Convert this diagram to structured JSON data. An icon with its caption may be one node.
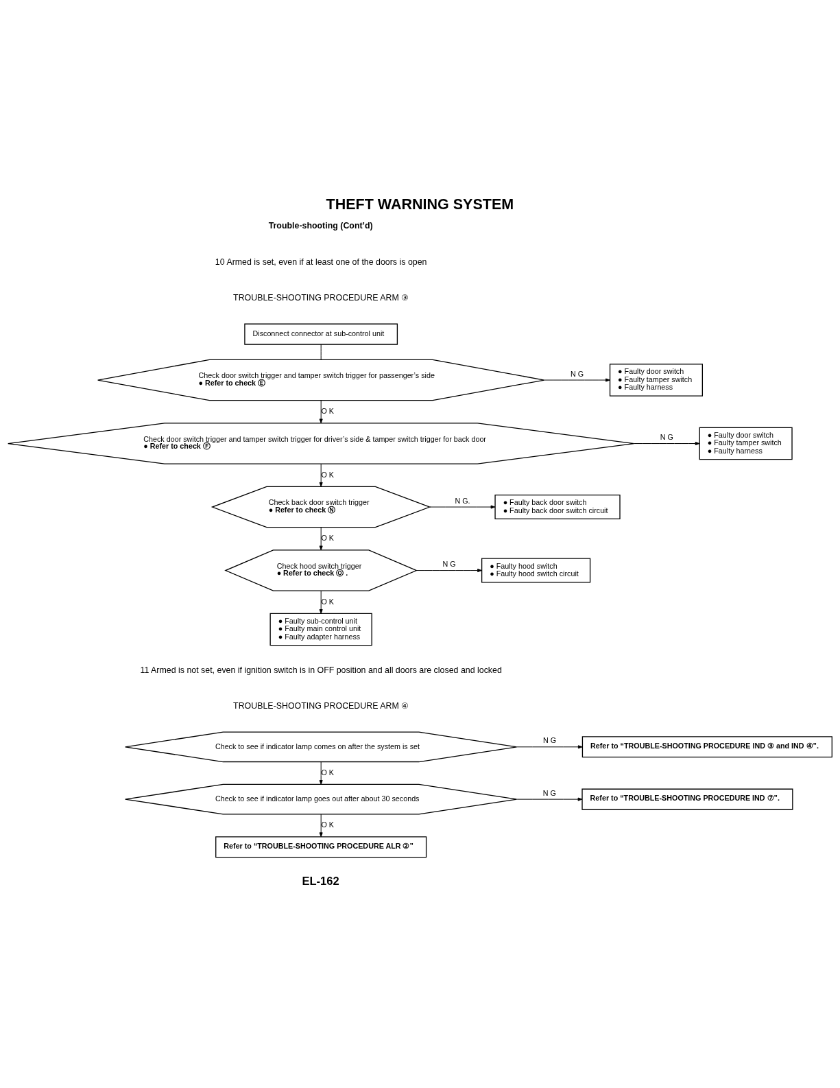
{
  "diagram": {
    "title": "THEFT WARNING SYSTEM",
    "nodes": [
      {
        "text": [
          "Disconnect connector at sub-control unit"
        ]
      },
      {
        "text": [
          "Check door switch trigger and tamper switch trigger for passenger’s side",
          "● Refer to check Ⓔ"
        ]
      },
      {
        "text": [
          "● Faulty door switch",
          "● Faulty tamper switch",
          "● Faulty harness"
        ]
      },
      {
        "text": [
          "Check door switch trigger and tamper switch trigger for driver’s side & tamper switch trigger for back door",
          "● Refer to check Ⓕ"
        ]
      },
      {
        "text": [
          "● Faulty door switch",
          "● Faulty tamper switch",
          "● Faulty harness"
        ]
      },
      {
        "text": [
          "Check back door switch trigger",
          "● Refer to check Ⓝ"
        ]
      },
      {
        "text": [
          "● Faulty back door switch",
          "● Faulty back door switch circuit"
        ]
      },
      {
        "text": [
          "Check hood switch trigger",
          "● Refer to check Ⓞ ."
        ]
      },
      {
        "text": [
          "● Faulty hood switch",
          "● Faulty hood switch circuit"
        ]
      },
      {
        "text": [
          "● Faulty sub-control unit",
          "● Faulty main control unit",
          "● Faulty adapter harness"
        ]
      },
      {
        "text": [
          "Check to see if indicator lamp comes on after the system is set"
        ]
      },
      {
        "text": [
          "Refer to “TROUBLE-SHOOTING PROCEDURE IND ③ and IND ④”."
        ]
      },
      {
        "text": [
          "Check to see if indicator lamp goes out after about 30 seconds"
        ]
      },
      {
        "text": [
          "Refer to “TROUBLE-SHOOTING PROCEDURE IND ⑦”."
        ]
      },
      {
        "text": [
          "Refer to “TROUBLE-SHOOTING PROCEDURE ALR ②”"
        ]
      }
    ],
    "edges": [
      {
        "from": 0,
        "to": 1,
        "arrow": "none"
      },
      {
        "from": 1,
        "to": 2,
        "arrow": "to",
        "label": "N G"
      },
      {
        "from": 1,
        "to": 3,
        "arrow": "to",
        "label": "O K"
      },
      {
        "from": 3,
        "to": 4,
        "arrow": "to",
        "label": "N G"
      },
      {
        "from": 3,
        "to": 5,
        "arrow": "to",
        "label": "O K"
      },
      {
        "from": 5,
        "to": 6,
        "arrow": "to",
        "label": "N G."
      },
      {
        "from": 5,
        "to": 7,
        "arrow": "to",
        "label": "O K"
      },
      {
        "from": 7,
        "to": 8,
        "arrow": "to",
        "label": "N G"
      },
      {
        "from": 7,
        "to": 9,
        "arrow": "to",
        "label": "O K"
      },
      {
        "from": 10,
        "to": 11,
        "arrow": "to",
        "label": "N G"
      },
      {
        "from": 10,
        "to": 12,
        "arrow": "to",
        "label": "O K"
      },
      {
        "from": 12,
        "to": 13,
        "arrow": "to",
        "label": "N G"
      },
      {
        "from": 12,
        "to": 14,
        "arrow": "to",
        "label": "O K"
      }
    ],
    "labels": [
      "Trouble-shooting (Cont’d)",
      "10 Armed is set, even if at least one of the doors is open",
      "TROUBLE-SHOOTING PROCEDURE ARM ③",
      "11 Armed is not set, even if ignition switch is in OFF position and all doors are closed and locked",
      "TROUBLE-SHOOTING PROCEDURE ARM ④",
      "EL-162"
    ]
  }
}
